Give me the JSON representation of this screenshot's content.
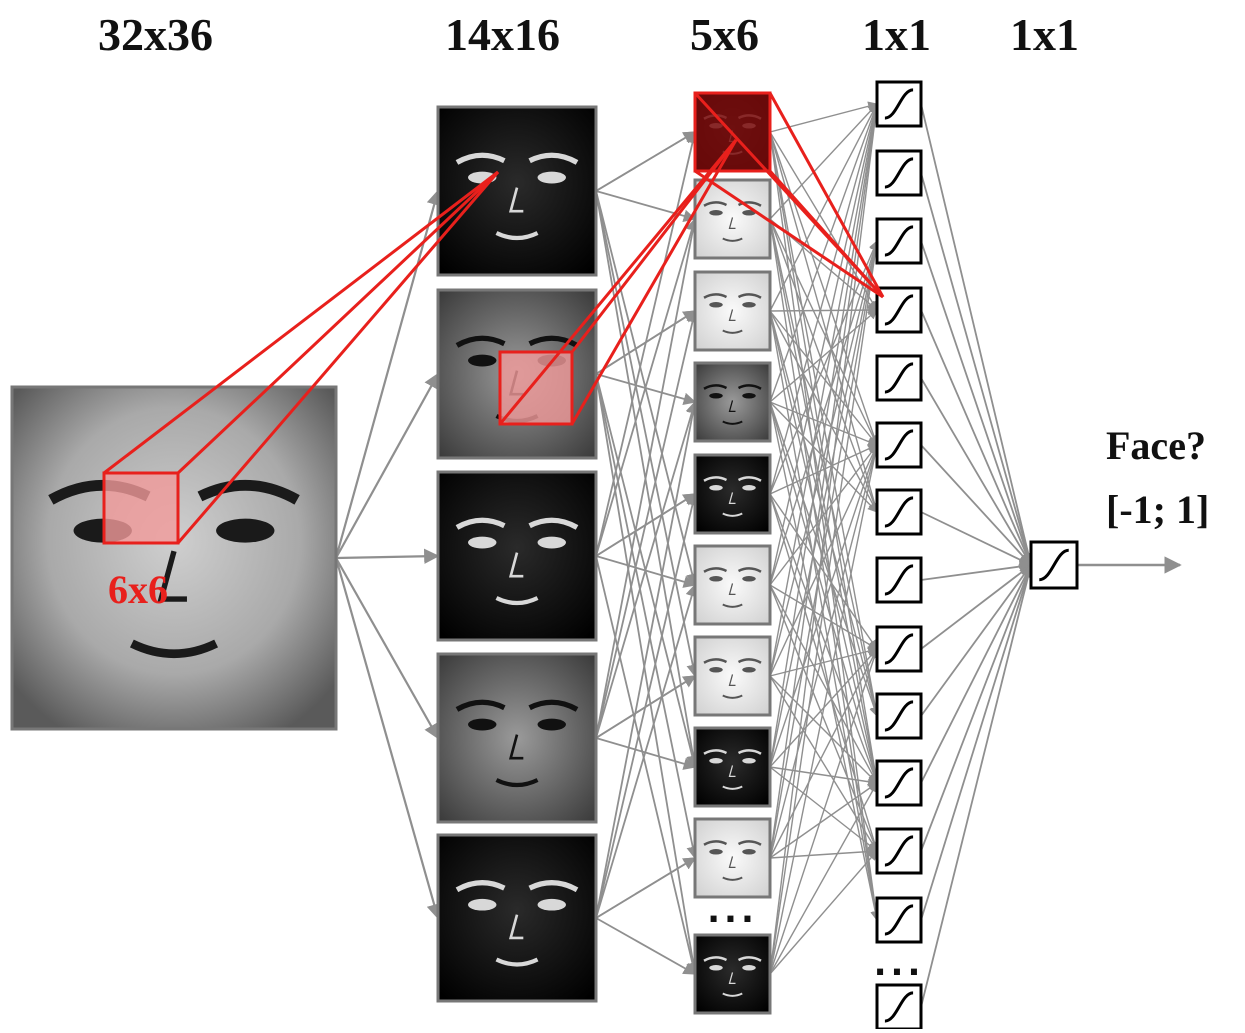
{
  "headers": {
    "input_size": "32x36",
    "conv1_size": "14x16",
    "conv2_size": "5x6",
    "hidden_size": "1x1",
    "output_size": "1x1"
  },
  "kernel_label": "6x6",
  "output": {
    "question": "Face?",
    "range": "[-1; 1]"
  },
  "ellipsis": "...",
  "counts": {
    "conv1_maps": 5,
    "conv2_maps_shown": 10,
    "hidden_units_shown": 14
  },
  "colors": {
    "connection": "#8f8f8f",
    "highlight": "#e8201c",
    "highlight_fill": "#f19a9a",
    "text": "#111111"
  },
  "icons": {
    "neuron": "sigmoid-icon",
    "arrow": "arrow-icon"
  }
}
